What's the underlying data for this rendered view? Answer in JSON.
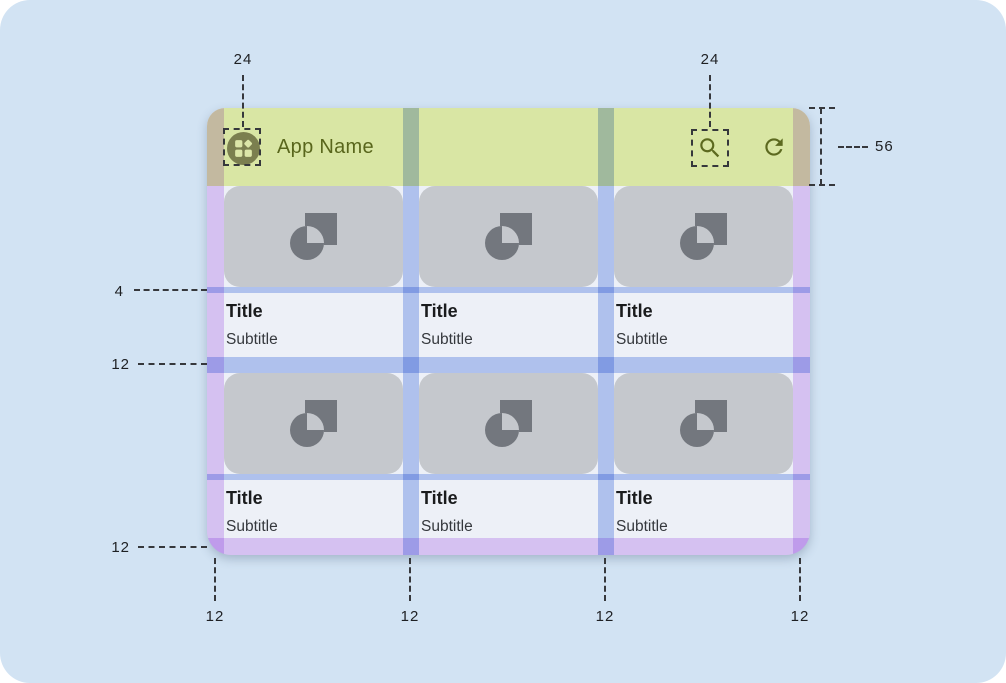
{
  "mock": {
    "appbar": {
      "title": "App Name"
    },
    "cards": [
      {
        "title": "Title",
        "subtitle": "Subtitle"
      },
      {
        "title": "Title",
        "subtitle": "Subtitle"
      },
      {
        "title": "Title",
        "subtitle": "Subtitle"
      },
      {
        "title": "Title",
        "subtitle": "Subtitle"
      },
      {
        "title": "Title",
        "subtitle": "Subtitle"
      },
      {
        "title": "Title",
        "subtitle": "Subtitle"
      }
    ]
  },
  "icons": {
    "nav": "dashboard-icon",
    "search": "search-icon",
    "refresh": "refresh-icon",
    "media": "image-placeholder-icon"
  },
  "redlines": {
    "nav_icon_size": "24",
    "search_icon_size": "24",
    "appbar_height": "56",
    "image_text_gap": "4",
    "row_gap": "12",
    "bottom_margin": "12",
    "bottom_spacings": [
      "12",
      "12",
      "12",
      "12"
    ]
  },
  "colors": {
    "background": "#d2e3f3",
    "appbar": "#d9e6a4",
    "accent_text": "#59661c",
    "surface": "#edf0f7",
    "card_media": "#c5c8cd",
    "media_icon": "#73777e",
    "gutter_overlay": "#bccdf5",
    "margin_overlay": "#e5cdf9",
    "redline": "#36383c"
  }
}
